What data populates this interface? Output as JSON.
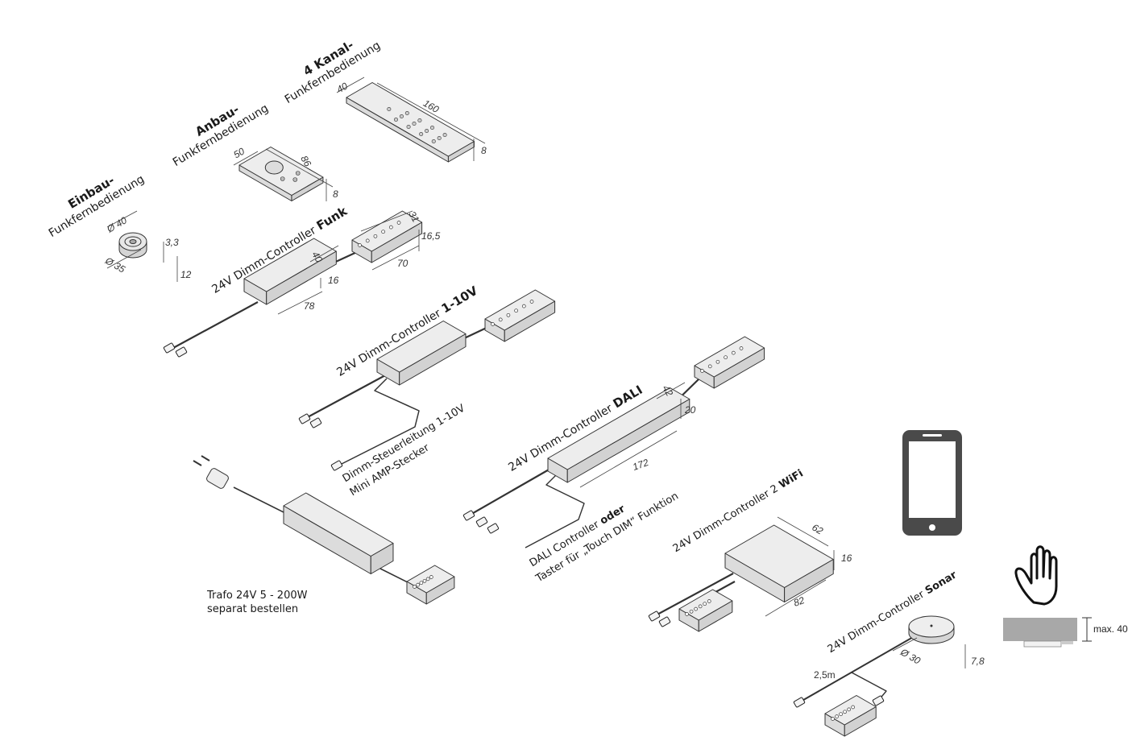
{
  "labels": {
    "einbau_title": "Einbau-",
    "einbau_sub": "Funkfernbedienung",
    "anbau_title": "Anbau-",
    "anbau_sub": "Funkfernbedienung",
    "kanal_title": "4 Kanal-",
    "kanal_sub": "Funkfernbedienung",
    "funk_prefix": "24V Dimm-Controller ",
    "funk_bold": "Funk",
    "v110_prefix": "24V Dimm-Controller ",
    "v110_bold": "1-10V",
    "steuerleitung_1": "Dimm-Steuerleitung 1-10V",
    "steuerleitung_2": "Mini AMP-Stecker",
    "dali_prefix": "24V Dimm-Controller ",
    "dali_bold": "DALI",
    "dali_note_1a": "DALI Controller ",
    "dali_note_1b": "oder",
    "dali_note_2": "Taster für „Touch DIM“ Funktion",
    "trafo_1": "Trafo 24V 5 - 200W",
    "trafo_2": "separat bestellen",
    "wifi_prefix": "24V Dimm-Controller 2 ",
    "wifi_bold": "WiFi",
    "sonar_prefix": "24V Dimm-Controller ",
    "sonar_bold": "Sonar"
  },
  "dimensions": {
    "einbau": {
      "diameter_top": "Ø 40",
      "height_top": "3,3",
      "diameter_bottom": "Ø 35",
      "height_total": "12"
    },
    "anbau": {
      "width": "50",
      "length": "86",
      "height": "8"
    },
    "kanal": {
      "width": "40",
      "length": "160",
      "height": "8"
    },
    "funk": {
      "width": "40",
      "height": "16",
      "length": "78",
      "hub_width": "31",
      "hub_height": "16,5",
      "hub_length": "70"
    },
    "dali": {
      "width": "42",
      "height": "20",
      "length": "172"
    },
    "wifi": {
      "width": "62",
      "height": "16",
      "length": "82"
    },
    "sonar": {
      "diameter": "Ø 30",
      "height": "7,8",
      "cable": "2,5m"
    },
    "sensor_distance": "max. 40"
  },
  "icons": [
    "smartphone-icon",
    "hand-icon"
  ],
  "colors": {
    "device_fill": "#ededed",
    "device_stroke": "#333333",
    "phone": "#4a4a4a",
    "surface": "#a8a8a8"
  }
}
